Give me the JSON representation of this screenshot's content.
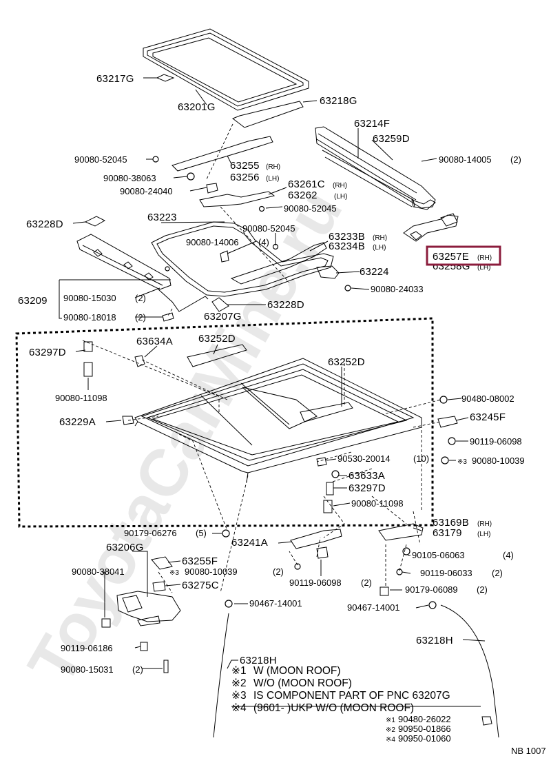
{
  "watermark": "ToyotaCarMine.ru",
  "code": "NB 1007",
  "highlight_color": "#8b1c3c",
  "callouts": {
    "p63217G": "63217G",
    "p63201G": "63201G",
    "p63218G": "63218G",
    "p63214F": "63214F",
    "p63259D": "63259D",
    "p90080_14005": "90080-14005",
    "p90080_14005_q": "(2)",
    "p90080_52045a": "90080-52045",
    "p63255": "63255",
    "p63255_s": "(RH)",
    "p63256": "63256",
    "p63256_s": "(LH)",
    "p90080_38063": "90080-38063",
    "p90080_24040": "90080-24040",
    "p63261C": "63261C",
    "p63261C_s": "(RH)",
    "p63262": "63262",
    "p63262_s": "(LH)",
    "p90080_52045b": "90080-52045",
    "p63228Da": "63228D",
    "p63223": "63223",
    "p90080_52045c": "90080-52045",
    "p63233B": "63233B",
    "p63233B_s": "(RH)",
    "p63234B": "63234B",
    "p63234B_s": "(LH)",
    "p90080_14006": "90080-14006",
    "p90080_14006_q": "(4)",
    "p63257E": "63257E",
    "p63257E_s": "(RH)",
    "p63258G": "63258G",
    "p63258G_s": "(LH)",
    "p63224": "63224",
    "p90080_24033": "90080-24033",
    "p63209": "63209",
    "p90080_15030": "90080-15030",
    "p90080_15030_q": "(2)",
    "p90080_18018": "90080-18018",
    "p90080_18018_q": "(2)",
    "p63228Db": "63228D",
    "p63207G": "63207G",
    "p63297Da": "63297D",
    "p63634A": "63634A",
    "p63252Da": "63252D",
    "p63252Db": "63252D",
    "p90080_11098a": "90080-11098",
    "p90480_08002": "90480-08002",
    "p63229A": "63229A",
    "p63245F": "63245F",
    "p90119_06098a": "90119-06098",
    "p90080_10039a": "90080-10039",
    "p90080_10039a_m": "※3",
    "p90530_20014": "90530-20014",
    "p90530_20014_q": "(10)",
    "p63633A": "63633A",
    "p63297Db": "63297D",
    "p90080_11098b": "90080-11098",
    "p90179_06276": "90179-06276",
    "p90179_06276_q": "(5)",
    "p63206G": "63206G",
    "p63241A": "63241A",
    "p63169B": "63169B",
    "p63169B_s": "(RH)",
    "p63179": "63179",
    "p63179_s": "(LH)",
    "p90105_06063": "90105-06063",
    "p90105_06063_q": "(4)",
    "p90080_38041": "90080-38041",
    "p63255F": "63255F",
    "p90080_10039b": "90080-10039",
    "p90080_10039b_m": "※3",
    "p90080_10039b_q": "(2)",
    "p63275C": "63275C",
    "p90119_06098b": "90119-06098",
    "p90119_06098b_q": "(2)",
    "p90119_06033": "90119-06033",
    "p90119_06033_q": "(2)",
    "p90179_06089": "90179-06089",
    "p90179_06089_q": "(2)",
    "p90467_14001a": "90467-14001",
    "p90467_14001b": "90467-14001",
    "p90119_06186": "90119-06186",
    "p63218Ha": "63218H",
    "p63218Hb": "63218H",
    "p90080_15031": "90080-15031",
    "p90080_15031_q": "(2)"
  },
  "notes": [
    {
      "mark": "※1",
      "text": "W (MOON ROOF)"
    },
    {
      "mark": "※2",
      "text": "W/O (MOON ROOF)"
    },
    {
      "mark": "※3",
      "text": "IS COMPONENT PART OF PNC 63207G"
    },
    {
      "mark": "※4",
      "text": "(9601-        )UKP W/O (MOON ROOF)"
    }
  ],
  "alt_parts": [
    {
      "mark": "※1",
      "text": "90480-26022"
    },
    {
      "mark": "※2",
      "text": "90950-01866"
    },
    {
      "mark": "※4",
      "text": "90950-01060"
    }
  ]
}
